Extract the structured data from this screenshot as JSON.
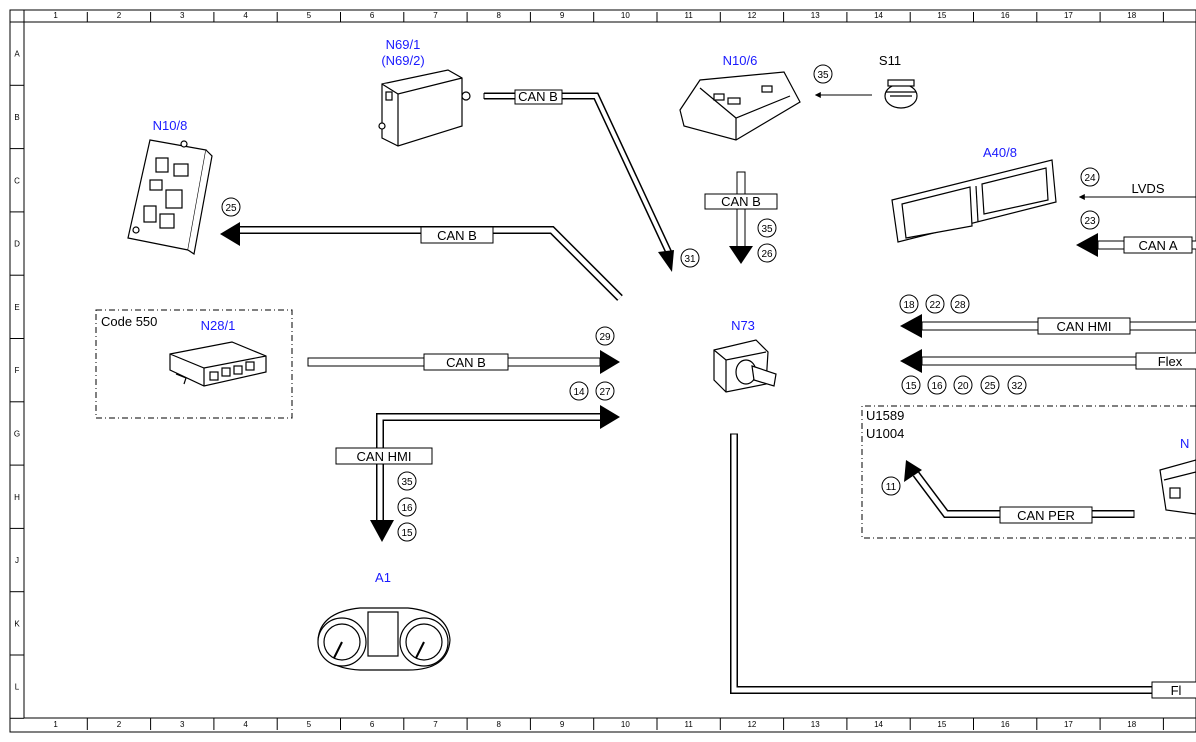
{
  "grid": {
    "columns": [
      "1",
      "2",
      "3",
      "4",
      "5",
      "6",
      "7",
      "8",
      "9",
      "10",
      "11",
      "12",
      "13",
      "14",
      "15",
      "16",
      "17",
      "18"
    ],
    "rows": [
      "A",
      "B",
      "C",
      "D",
      "E",
      "F",
      "G",
      "H",
      "J",
      "K",
      "L"
    ]
  },
  "components": {
    "n69": {
      "line1": "N69/1",
      "line2": "(N69/2)"
    },
    "n10_6": "N10/6",
    "s11": "S11",
    "n10_8": "N10/8",
    "a40_8": "A40/8",
    "n28_1": "N28/1",
    "n73": "N73",
    "a1": "A1",
    "n_partial": "N",
    "code550": "Code 550",
    "u_codes": [
      "U1589",
      "U1004"
    ]
  },
  "buses": {
    "can_b_top": "CAN B",
    "can_b_mid": "CAN B",
    "can_b_left": "CAN B",
    "can_b_n28": "CAN B",
    "can_hmi_left": "CAN HMI",
    "lvds": "LVDS",
    "can_a": "CAN A",
    "can_hmi_right": "CAN HMI",
    "flex": "Flex",
    "can_per": "CAN PER",
    "fl_partial": "Fl"
  },
  "refs": {
    "r35_s11": "35",
    "r25": "25",
    "r31": "31",
    "r35_mid": "35",
    "r26": "26",
    "r24": "24",
    "r23": "23",
    "r29": "29",
    "r14": "14",
    "r27": "27",
    "r35_left": "35",
    "r16_left": "16",
    "r15_left": "15",
    "r18": "18",
    "r22": "22",
    "r28": "28",
    "r15_right": "15",
    "r16_right": "16",
    "r20": "20",
    "r25_right": "25",
    "r32": "32",
    "r11": "11"
  },
  "colors": {
    "component_label": "#1a1aff",
    "line": "#000000"
  }
}
